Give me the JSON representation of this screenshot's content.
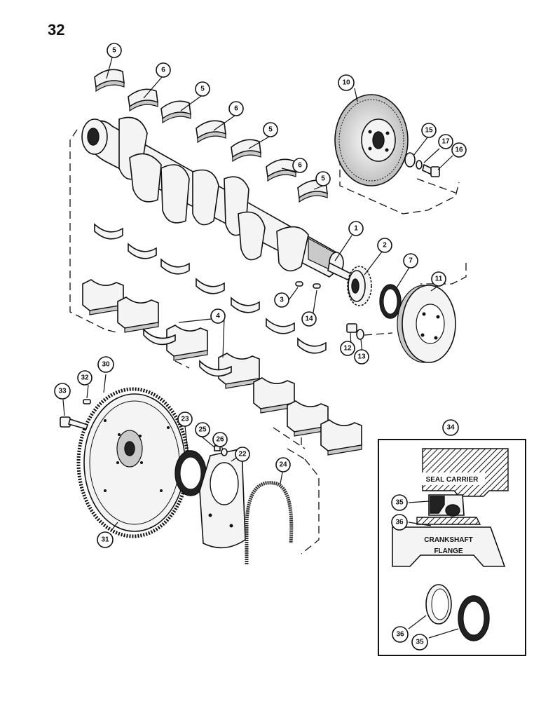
{
  "page_number": "32",
  "inset": {
    "seal_carrier_label": "SEAL CARRIER",
    "crankshaft_label_line1": "CRANKSHAFT",
    "crankshaft_label_line2": "FLANGE"
  },
  "callouts": {
    "c1": "1",
    "c2": "2",
    "c3": "3",
    "c4": "4",
    "c5a": "5",
    "c5b": "5",
    "c5c": "5",
    "c5d": "5",
    "c6a": "6",
    "c6b": "6",
    "c6c": "6",
    "c7": "7",
    "c10": "10",
    "c11": "11",
    "c12": "12",
    "c13": "13",
    "c14": "14",
    "c15": "15",
    "c16": "16",
    "c17": "17",
    "c22": "22",
    "c23": "23",
    "c24": "24",
    "c25": "25",
    "c26": "26",
    "c30": "30",
    "c31": "31",
    "c32": "32",
    "c33": "33",
    "c34": "34",
    "c35a": "35",
    "c35b": "35",
    "c36a": "36",
    "c36b": "36"
  }
}
